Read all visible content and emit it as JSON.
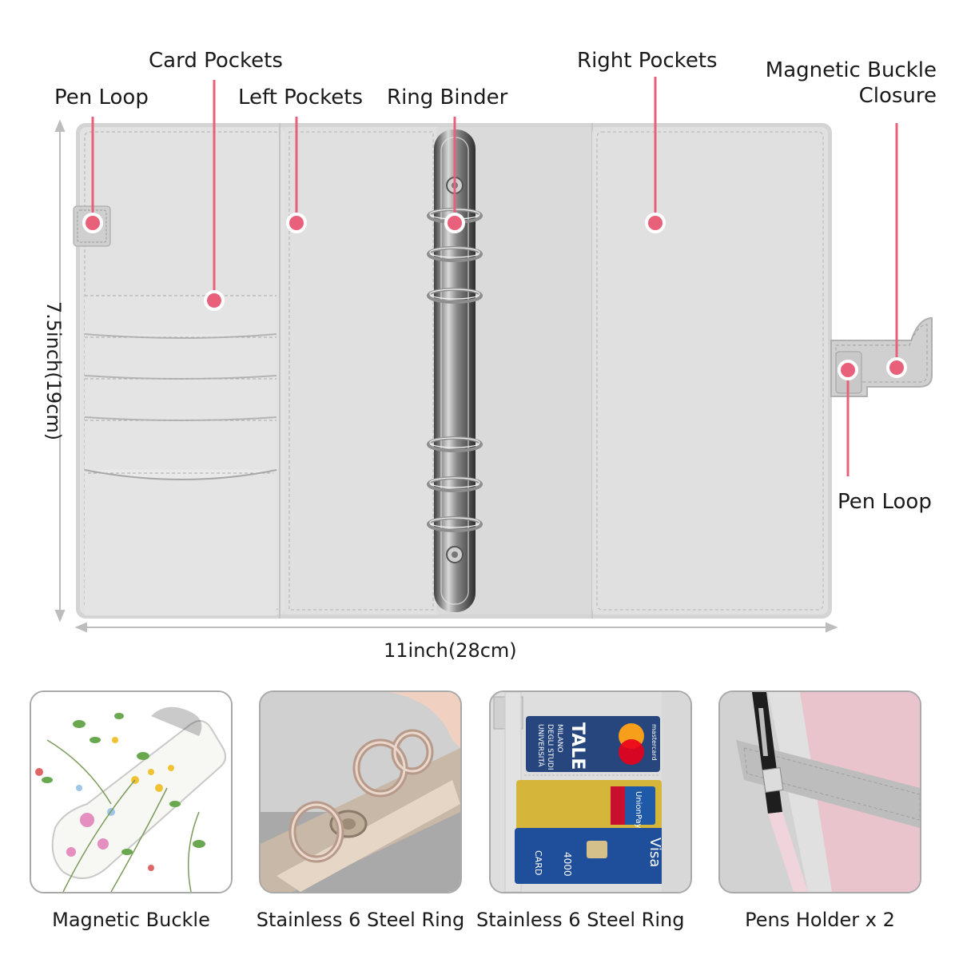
{
  "callouts": {
    "pen_loop_left": "Pen Loop",
    "card_pockets": "Card Pockets",
    "left_pockets": "Left Pockets",
    "ring_binder": "Ring Binder",
    "right_pockets": "Right Pockets",
    "magnetic_buckle_closure_line1": "Magnetic Buckle",
    "magnetic_buckle_closure_line2": "Closure",
    "pen_loop_right": "Pen Loop"
  },
  "dimensions": {
    "height": "7.5inch(19cm)",
    "width": "11inch(28cm)"
  },
  "thumbnails": [
    {
      "caption": "Magnetic Buckle"
    },
    {
      "caption": "Stainless 6 Steel Ring"
    },
    {
      "caption": "Stainless 6 Steel Ring"
    },
    {
      "caption": "Pens Holder x 2"
    }
  ],
  "card_text": {
    "uni_line1": "UNIVERSITÀ",
    "uni_line2": "DEGLI STUDI",
    "uni_line3": "MILANO",
    "tale": "TALE",
    "mastercard": "mastercard",
    "unionpay": "UnionPay",
    "visa": "Visa",
    "card_word": "CARD",
    "card_number": "4000"
  },
  "colors": {
    "callout_pink": "#e9607a",
    "binder_gray": "#dcdcdc",
    "binder_edge": "#c9c9c9",
    "ring_metal": "#6b6b6b",
    "pink_pocket": "#e9c6cc"
  }
}
